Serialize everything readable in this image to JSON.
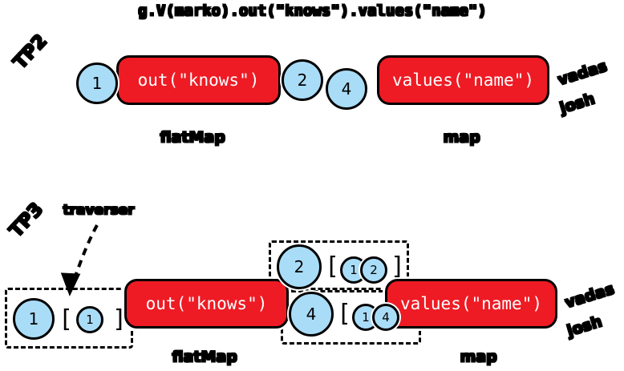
{
  "title": "g.V(marko).out(\"knows\").values(\"name\")",
  "colors": {
    "step_fill": "#EE1B24",
    "traverser_fill": "#A9DCF7",
    "stroke": "#000000",
    "background": "#FFFFFF"
  },
  "annotations": {
    "traverser_callout": "traverser"
  },
  "rows": [
    {
      "id": "tp2",
      "label": "TP2",
      "steps": [
        {
          "name": "out-knows-step",
          "text": "out(\"knows\")",
          "stage": "flatMap"
        },
        {
          "name": "values-name-step",
          "text": "values(\"name\")",
          "stage": "map"
        }
      ],
      "stage_labels": {
        "flatMap": "flatMap",
        "map": "map"
      },
      "traversers": [
        {
          "name": "traverser-in",
          "value": "1"
        },
        {
          "name": "traverser-mid-1",
          "value": "2"
        },
        {
          "name": "traverser-mid-2",
          "value": "4"
        }
      ],
      "results": [
        "vadas",
        "josh"
      ]
    },
    {
      "id": "tp3",
      "label": "TP3",
      "steps": [
        {
          "name": "out-knows-step",
          "text": "out(\"knows\")",
          "stage": "flatMap"
        },
        {
          "name": "values-name-step",
          "text": "values(\"name\")",
          "stage": "map"
        }
      ],
      "stage_labels": {
        "flatMap": "flatMap",
        "map": "map"
      },
      "traversers": [
        {
          "name": "traverser-in",
          "value": "1",
          "open_bracket": "[",
          "path": [
            "1"
          ],
          "close_bracket": "]"
        },
        {
          "name": "traverser-mid-1",
          "value": "2",
          "open_bracket": "[",
          "path": [
            "1",
            "2"
          ],
          "close_bracket": "]"
        },
        {
          "name": "traverser-mid-2",
          "value": "4",
          "open_bracket": "[",
          "path": [
            "1",
            "4"
          ],
          "close_bracket": "]"
        }
      ],
      "results": [
        "vadas",
        "josh"
      ]
    }
  ]
}
